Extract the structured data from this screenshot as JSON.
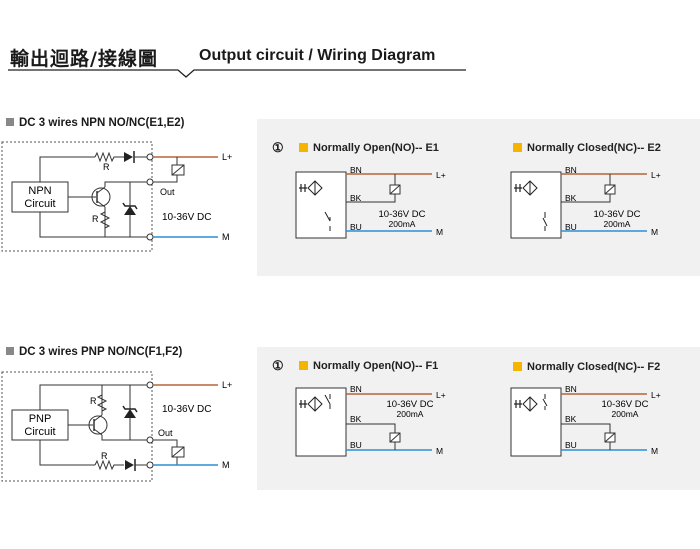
{
  "header": {
    "title_zh": "輸出迴路/接線圖",
    "title_en": "Output circuit / Wiring Diagram"
  },
  "colors": {
    "brown": "#b5663a",
    "blue": "#2a8fd6",
    "black": "#222222",
    "panel": "#f1f1f1",
    "marker": "#f5b400"
  },
  "npn": {
    "section_title": "DC 3 wires NPN NO/NC(E1,E2)",
    "circuit_label_1": "NPN",
    "circuit_label_2": "Circuit",
    "resistor_label": "R",
    "out_label": "Out",
    "voltage": "10-36V DC",
    "lplus": "L+",
    "m": "M",
    "circled_num": "①",
    "no_title": "Normally Open(NO)-- E1",
    "nc_title": "Normally Closed(NC)-- E2",
    "wire_bn": "BN",
    "wire_bk": "BK",
    "wire_bu": "BU",
    "sub_voltage": "10-36V DC",
    "sub_current": "200mA"
  },
  "pnp": {
    "section_title": "DC 3 wires PNP NO/NC(F1,F2)",
    "circuit_label_1": "PNP",
    "circuit_label_2": "Circuit",
    "resistor_label": "R",
    "out_label": "Out",
    "voltage": "10-36V DC",
    "lplus": "L+",
    "m": "M",
    "circled_num": "①",
    "no_title": "Normally Open(NO)-- F1",
    "nc_title": "Normally Closed(NC)-- F2",
    "wire_bn": "BN",
    "wire_bk": "BK",
    "wire_bu": "BU",
    "sub_voltage": "10-36V DC",
    "sub_current": "200mA"
  }
}
